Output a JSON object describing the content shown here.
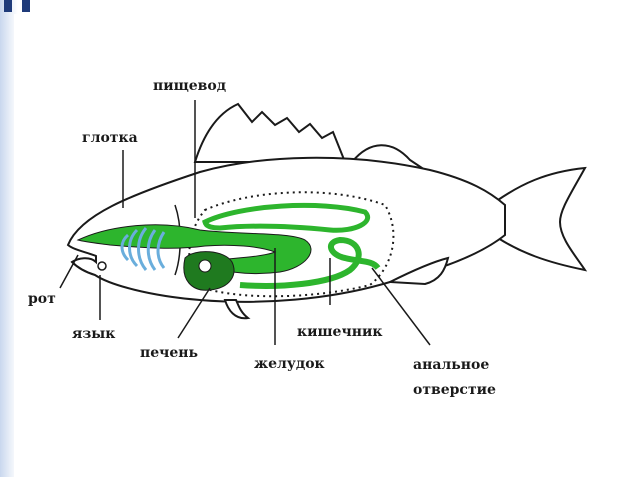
{
  "labels": {
    "esophagus": "пищевод",
    "pharynx": "глотка",
    "mouth": "рот",
    "tongue": "язык",
    "liver": "печень",
    "stomach": "желудок",
    "intestine": "кишечник",
    "anal_opening_line1": "анальное",
    "anal_opening_line2": "отверстие"
  },
  "colors": {
    "outline": "#1a1a1a",
    "digestive": "#2db52d",
    "liver": "#1f7a1f",
    "gills": "#6aaedc",
    "accent": "#1f3b7a"
  }
}
